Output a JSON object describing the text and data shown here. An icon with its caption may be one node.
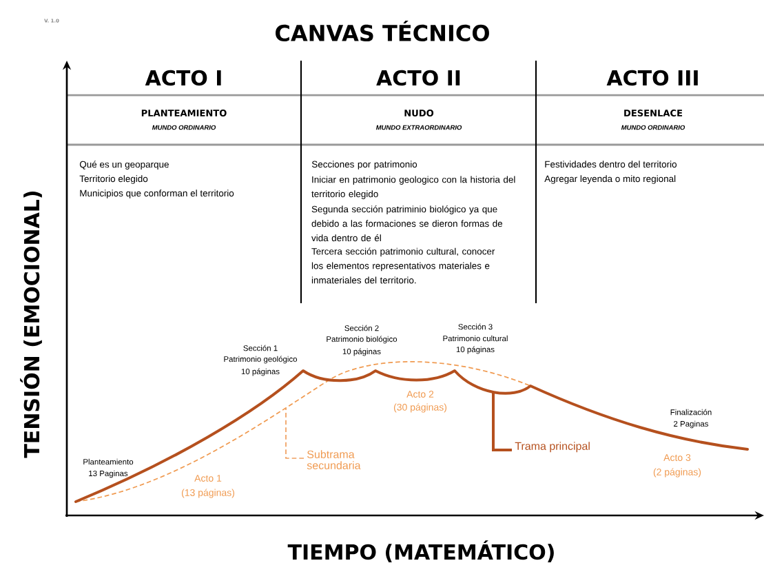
{
  "diagram": {
    "title": "CANVAS TÉCNICO",
    "nodes": [
      {
        "text": [
          "Subtrama secundaria"
        ]
      },
      {
        "text": [
          "Trama principal"
        ]
      }
    ],
    "edges": [
      {
        "from": 0,
        "to": null,
        "arrow": "none",
        "style": "dashed",
        "color": "#f0a060"
      },
      {
        "from": 1,
        "to": null,
        "arrow": "none",
        "style": "thick",
        "color": "#b5501e"
      }
    ],
    "labels": [
      "V. 1.0",
      "ACTO I",
      "ACTO II",
      "ACTO III",
      "PLANTEAMIENTO",
      "MUNDO ORDINARIO",
      "NUDO",
      "MUNDO EXTRAORDINARIO",
      "DESENLACE",
      "MUNDO ORDINARIO",
      "Qué es un geoparque",
      "Territorio elegido",
      "Municipios que conforman el territorio",
      "Secciones por patrimonio",
      "Iniciar en patrimonio geologico con la historia del territorio elegido",
      "Segunda sección patriminio biológico ya que debido a las formaciones se dieron formas de vida dentro de él",
      "Tercera sección patrimonio cultural, conocer los elementos representativos materiales e inmateriales del territorio.",
      "Festividades dentro del territorio",
      "Agregar leyenda o mito regional",
      "TENSIÓN (EMOCIONAL)",
      "Sección 1",
      "Patrimonio geológico",
      "10 páginas",
      "Sección 2",
      "Patrimonio biológico",
      "10 páginas",
      "Sección 3",
      "Patrimonio cultural",
      "10 páginas",
      "Acto 2",
      "(30 páginas)",
      "Finalización",
      "2 Paginas",
      "Planteamiento",
      "13 Paginas",
      "Acto 1",
      "(13 páginas)",
      "Acto 3",
      "(2 páginas)",
      "TIEMPO (MATEMÁTICO)"
    ]
  }
}
